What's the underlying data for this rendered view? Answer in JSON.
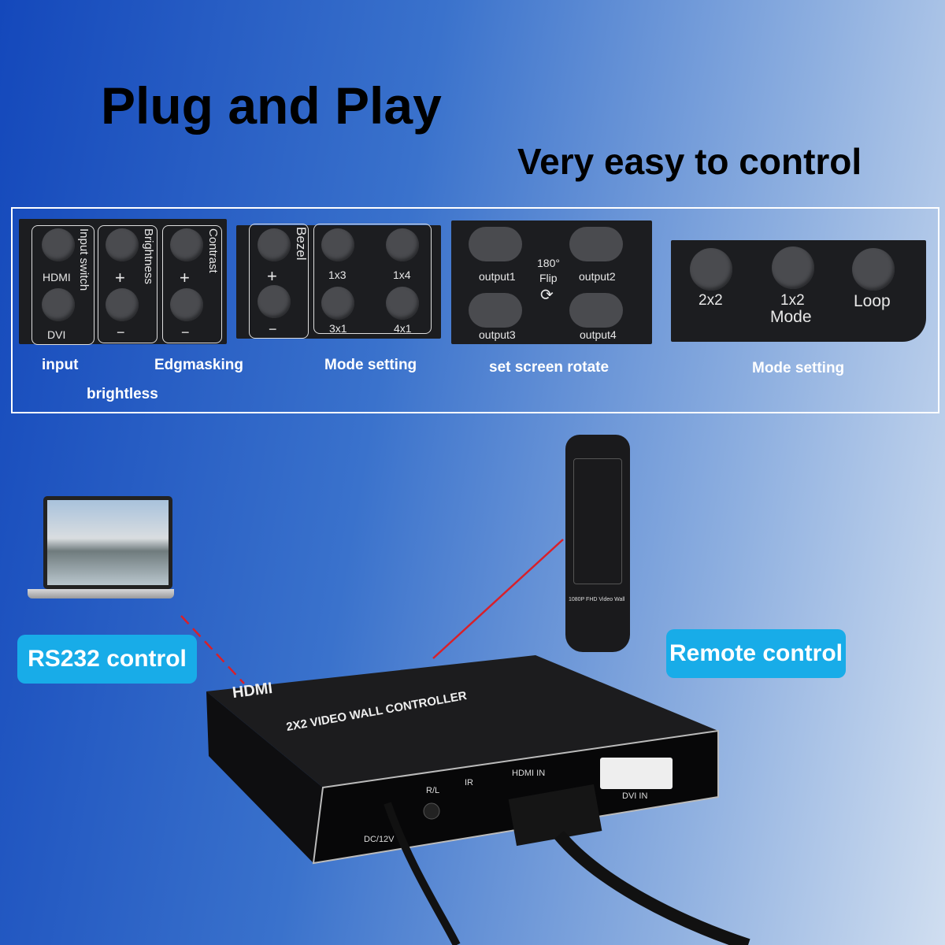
{
  "title": "Plug and Play",
  "subtitle": "Very easy to control",
  "panels": {
    "p1": {
      "hdmi": "HDMI",
      "dvi": "DVI",
      "input_switch": "Input switch",
      "brightness": "Brightness",
      "contrast": "Contrast",
      "plus": "+",
      "minus": "−"
    },
    "p2": {
      "bezel": "Bezel",
      "plus": "+",
      "minus": "−",
      "m1x3": "1x3",
      "m1x4": "1x4",
      "m3x1": "3x1",
      "m4x1": "4x1"
    },
    "p3": {
      "output1": "output1",
      "output2": "output2",
      "output3": "output3",
      "output4": "output4",
      "flip": "180°",
      "flip2": "Flip"
    },
    "p4": {
      "m2x2": "2x2",
      "m1x2": "1x2",
      "mode": "Mode",
      "loop": "Loop"
    }
  },
  "labels": {
    "input": "input",
    "edgmasking": "Edgmasking",
    "mode_setting_1": "set screen rotate",
    "mode_setting_a": "Mode setting",
    "mode_setting_b": "Mode setting",
    "brightless": "brightless"
  },
  "badges": {
    "rs232": "RS232 control",
    "remote": "Remote control"
  },
  "remote_text": "1080P FHD Video Wall",
  "device": {
    "brand": "HDMI",
    "model": "2X2 VIDEO WALL CONTROLLER",
    "ports": {
      "dc": "DC/12V",
      "rl": "R/L",
      "ir": "IR",
      "hdmi_in": "HDMI IN",
      "dvi_in": "DVI IN"
    }
  },
  "colors": {
    "badge": "#18ace8",
    "link_line": "#d8202a"
  }
}
